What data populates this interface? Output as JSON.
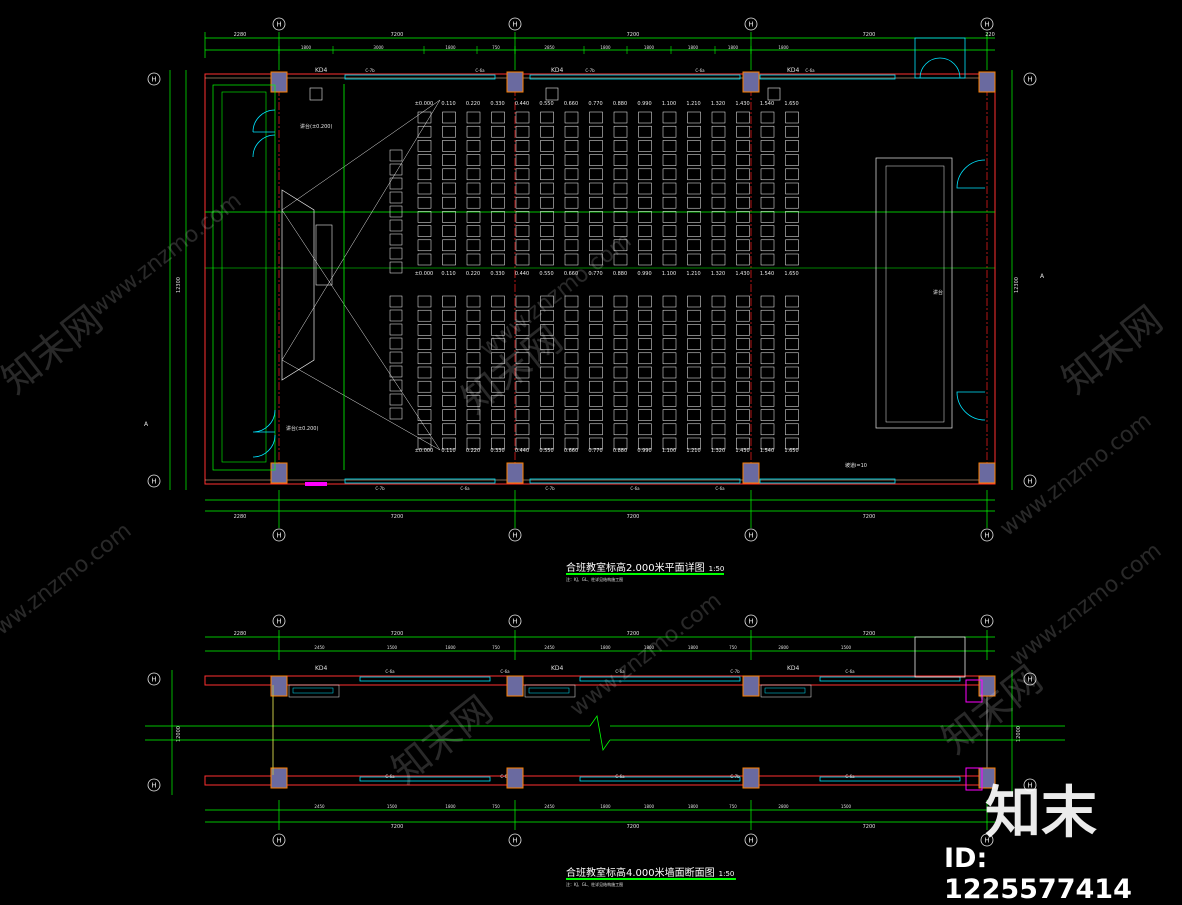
{
  "plan": {
    "title": "合班教室标高2.000米平面详图",
    "scale": "1:50",
    "note": "注：KJ、GL、柱详见结构施工图",
    "axis_labels": [
      "H",
      "H",
      "H",
      "H"
    ],
    "row_labels": [
      "H",
      "H"
    ],
    "top_dims": [
      "7200",
      "7200",
      "7200"
    ],
    "sub_dims": [
      "1800",
      "3000",
      "1800",
      "750",
      "2850",
      "1800",
      "1800",
      "1800",
      "1800",
      "1800"
    ],
    "window_tags": [
      "C-7b",
      "C-6a",
      "C-7b",
      "C-6a",
      "C-6a"
    ],
    "column_tags": [
      "KD4",
      "KD4",
      "KD4"
    ],
    "row_elevations": [
      "±0.000",
      "0.110",
      "0.220",
      "0.330",
      "0.440",
      "0.550",
      "0.660",
      "0.770",
      "0.880",
      "0.990",
      "1.100",
      "1.210",
      "1.320",
      "1.430",
      "1.540",
      "1.650"
    ],
    "stage_label": "讲台",
    "podium_label": "讲台(±0.200)",
    "bottom_note": "坡道i=10"
  },
  "section": {
    "title": "合班教室标高4.000米墙面断面图",
    "scale": "1:50",
    "note": "注：KJ、GL、柱详见结构施工图",
    "top_dims": [
      "7200",
      "7200",
      "7200"
    ],
    "sub_dims": [
      "2450",
      "1500",
      "1800",
      "750",
      "2450",
      "1800",
      "1800",
      "1800",
      "750",
      "2800",
      "1500"
    ],
    "window_tags": [
      "C-6a",
      "C-6a",
      "C-6a",
      "C-7b",
      "C-6a"
    ],
    "column_tags": [
      "KD4",
      "KD4",
      "KD4"
    ],
    "side_dim": "12000"
  },
  "watermark": {
    "logo_text": "知末",
    "id_text": "ID: 1225577414",
    "site_text": "www.znzmo.com",
    "cn_text": "知末网"
  },
  "colors": {
    "background": "#000000",
    "dim_line": "#00ff00",
    "wall": "#ff3030",
    "window": "#00e5ff",
    "seat": "#ffffff",
    "column": "#6a6aa0",
    "accent_magenta": "#ff00ff",
    "axis": "#00ff00",
    "yellow": "#ffff00"
  }
}
